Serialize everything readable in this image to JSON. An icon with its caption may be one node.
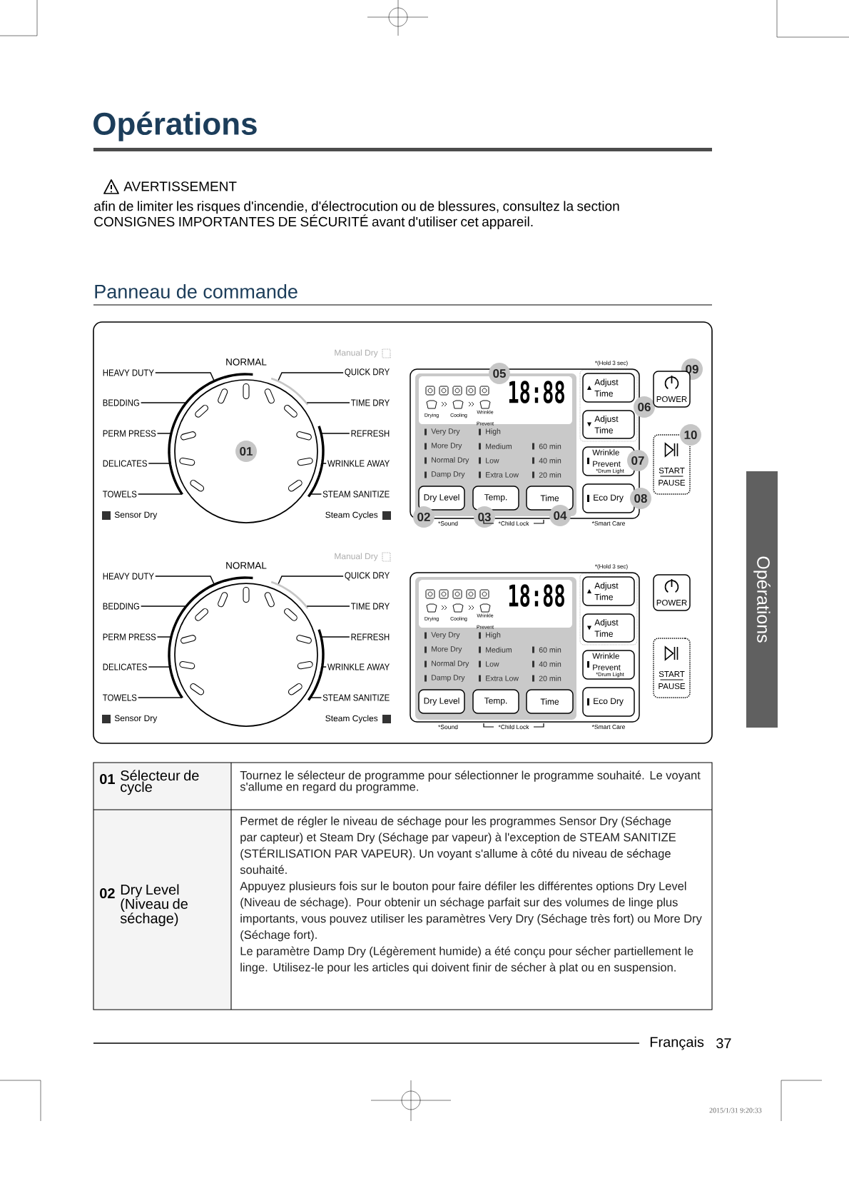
{
  "diagram": {
    "title": "Opérations",
    "nodes": [
      {
        "text": [],
        "shape": "circle"
      },
      {
        "text": [
          "01"
        ],
        "in": 0
      },
      {
        "text": [
          "HEAVY DUTY"
        ]
      },
      {
        "text": [
          "QUICK DRY"
        ]
      },
      {
        "text": [
          "BEDDING"
        ]
      },
      {
        "text": [
          "TIME DRY"
        ]
      },
      {
        "text": [
          "PERM PRESS"
        ]
      },
      {
        "text": [
          "REFRESH"
        ]
      },
      {
        "text": [
          "DELICATES"
        ]
      },
      {
        "text": [
          "WRINKLE AWAY"
        ]
      },
      {
        "text": [
          "TOWELS"
        ]
      },
      {
        "text": [
          "STEAM SANITIZE"
        ]
      },
      {
        "text": [
          "05"
        ]
      },
      {
        "text": [
          "09"
        ]
      },
      {
        "text": [
          "Adjust Time"
        ]
      },
      {
        "text": [
          "06"
        ]
      },
      {
        "text": [
          "POWER"
        ]
      },
      {
        "text": [
          "Adjust Time"
        ]
      },
      {
        "text": [
          "Wrinkle Prevent",
          "*Drum Light"
        ]
      },
      {
        "text": [
          "07"
        ]
      },
      {
        "text": [
          "START",
          "PAUSE"
        ]
      },
      {
        "text": [
          "10"
        ]
      },
      {
        "text": [
          "Eco Dry"
        ]
      },
      {
        "text": [
          "08"
        ]
      },
      {
        "text": [
          "Dry Level"
        ]
      },
      {
        "text": [
          "Temp."
        ]
      },
      {
        "text": [
          "Time"
        ]
      },
      {
        "text": [
          "02"
        ]
      },
      {
        "text": [
          "03"
        ]
      },
      {
        "text": [
          "04"
        ]
      },
      {
        "text": [],
        "shape": "circle"
      },
      {
        "text": [
          "HEAVY DUTY"
        ]
      },
      {
        "text": [
          "QUICK DRY"
        ]
      },
      {
        "text": [
          "BEDDING"
        ]
      },
      {
        "text": [
          "TIME DRY"
        ]
      },
      {
        "text": [
          "PERM PRESS"
        ]
      },
      {
        "text": [
          "REFRESH"
        ]
      },
      {
        "text": [
          "DELICATES"
        ]
      },
      {
        "text": [
          "WRINKLE AWAY"
        ]
      },
      {
        "text": [
          "TOWELS"
        ]
      },
      {
        "text": [
          "STEAM SANITIZE"
        ]
      },
      {
        "text": [
          "Adjust Time"
        ]
      },
      {
        "text": [
          "POWER"
        ]
      },
      {
        "text": [
          "Adjust Time"
        ]
      },
      {
        "text": [
          "Wrinkle Prevent",
          "*Drum Light"
        ]
      },
      {
        "text": [
          "START",
          "PAUSE"
        ]
      },
      {
        "text": [
          "Eco Dry"
        ]
      },
      {
        "text": [
          "Dry Level"
        ]
      },
      {
        "text": [
          "Temp."
        ]
      },
      {
        "text": [
          "Time"
        ]
      },
      {
        "text": [
          "Opérations"
        ]
      }
    ],
    "edges": [
      {
        "from": 2,
        "to": 0,
        "arrow": "none"
      },
      {
        "from": 3,
        "to": 0,
        "arrow": "none"
      },
      {
        "from": 4,
        "to": 0,
        "arrow": "none"
      },
      {
        "from": 5,
        "to": 0,
        "arrow": "none"
      },
      {
        "from": 6,
        "to": 0,
        "arrow": "none"
      },
      {
        "from": 7,
        "to": 0,
        "arrow": "none"
      },
      {
        "from": 8,
        "to": 0,
        "arrow": "none"
      },
      {
        "from": 9,
        "to": 0,
        "arrow": "none"
      },
      {
        "from": 10,
        "to": 0,
        "arrow": "none"
      },
      {
        "from": 11,
        "to": 0,
        "arrow": "none"
      },
      {
        "from": 31,
        "to": 30,
        "arrow": "none"
      },
      {
        "from": 32,
        "to": 30,
        "arrow": "none"
      },
      {
        "from": 33,
        "to": 30,
        "arrow": "none"
      },
      {
        "from": 34,
        "to": 30,
        "arrow": "none"
      },
      {
        "from": 35,
        "to": 30,
        "arrow": "none"
      },
      {
        "from": 36,
        "to": 30,
        "arrow": "none"
      },
      {
        "from": 37,
        "to": 30,
        "arrow": "none"
      },
      {
        "from": 38,
        "to": 30,
        "arrow": "none"
      },
      {
        "from": 39,
        "to": 30,
        "arrow": "none"
      },
      {
        "from": 40,
        "to": 30,
        "arrow": "none"
      }
    ],
    "labels": [
      "AVERTISSEMENT",
      "afin de limiter les risques d'incendie, d'électrocution ou de blessures, consultez la section CONSIGNES IMPORTANTES DE SÉCURITÉ avant d'utiliser cet appareil.",
      "Panneau de commande",
      "Manual Dry",
      "NORMAL",
      "*(Hold 3 sec)",
      "18:88",
      "Drying",
      "Cooling",
      "Wrinkle Prevent",
      "Very Dry",
      "High",
      "More Dry",
      "Medium",
      "60 min",
      "Normal Dry",
      "Low",
      "40 min",
      "Damp Dry",
      "Extra Low",
      "20 min",
      "Sensor Dry",
      "Steam Cycles",
      "*Sound",
      "*Child Lock",
      "*Smart Care",
      "Manual Dry",
      "NORMAL",
      "*(Hold 3 sec)",
      "18:88",
      "Drying",
      "Cooling",
      "Wrinkle Prevent",
      "Very Dry",
      "High",
      "More Dry",
      "Medium",
      "60 min",
      "Normal Dry",
      "Low",
      "40 min",
      "Damp Dry",
      "Extra Low",
      "20 min",
      "Sensor Dry",
      "Steam Cycles",
      "*Sound",
      "*Child Lock",
      "*Smart Care",
      "01",
      "Sélecteur de cycle",
      "Tournez le sélecteur de programme pour sélectionner le programme souhaité. Le voyant s'allume en regard du programme.",
      "02",
      "Dry Level (Niveau de séchage)",
      "Permet de régler le niveau de séchage pour les programmes Sensor Dry (Séchage par capteur) et Steam Dry (Séchage par vapeur) à l'exception de STEAM SANITIZE (STÉRILISATION PAR VAPEUR). Un voyant s'allume à côté du niveau de séchage souhaité.",
      "Appuyez plusieurs fois sur le bouton pour faire défiler les différentes options Dry Level (Niveau de séchage). Pour obtenir un séchage parfait sur des volumes de linge plus importants, vous pouvez utiliser les paramètres Very Dry (Séchage très fort) ou More Dry (Séchage fort).",
      "Le paramètre Damp Dry (Légèrement humide) a été conçu pour sécher partiellement le linge. Utilisez-le pour les articles qui doivent finir de sécher à plat ou en suspension.",
      "Français",
      "37",
      "2015/1/31 9:20:33"
    ]
  }
}
